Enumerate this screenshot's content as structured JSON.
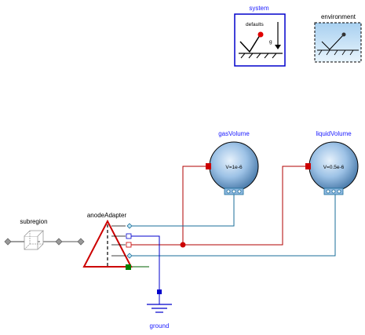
{
  "components": {
    "system": {
      "label": "system",
      "inner_text": "defaults",
      "g_label": "g"
    },
    "environment": {
      "label": "environment"
    },
    "gas_volume": {
      "label": "gasVolume",
      "value_text": "V=1e-6"
    },
    "liquid_volume": {
      "label": "liquidVolume",
      "value_text": "V=0.5e-6"
    },
    "subregion": {
      "label": "subregion"
    },
    "anode_adapter": {
      "label": "anodeAdapter"
    },
    "ground": {
      "label": "ground"
    }
  },
  "colors": {
    "label_blue": "#1a1aff",
    "system_border": "#0000cc",
    "red_wire": "#b00000",
    "blue_wire": "#1a6e9a",
    "adapter_red": "#cc0000",
    "volume_fill": "#8fb8e0",
    "connector_green": "#008000"
  }
}
